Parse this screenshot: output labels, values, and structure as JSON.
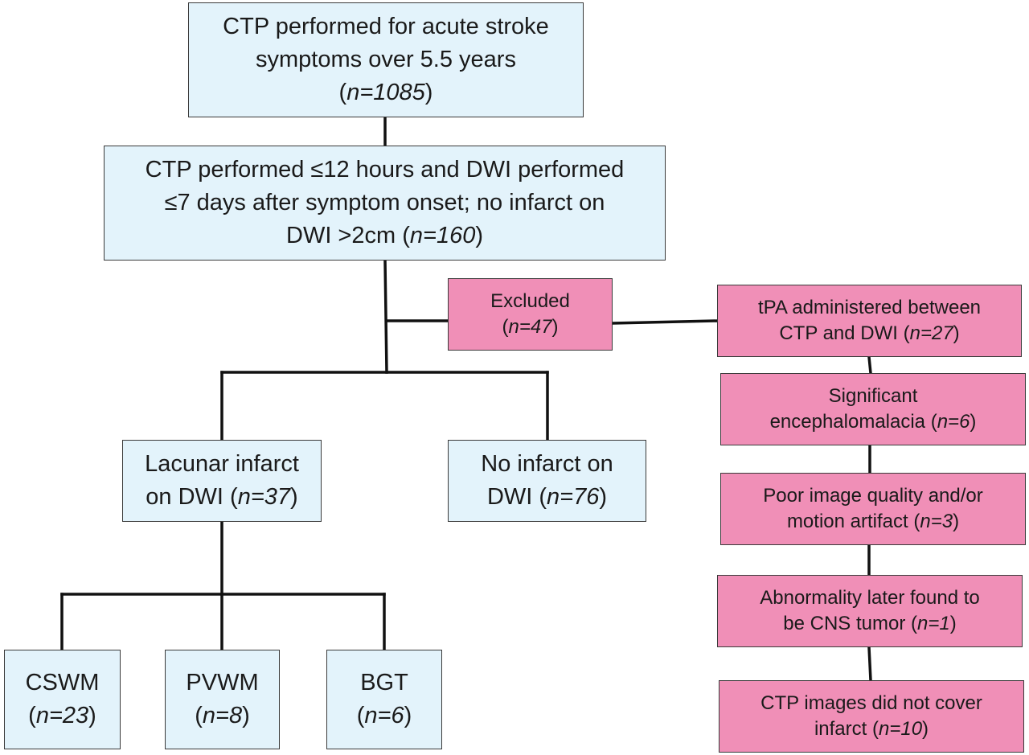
{
  "flowchart": {
    "ctp_performed": {
      "lines": [
        "CTP performed for acute stroke",
        "symptoms over 5.5 years"
      ],
      "count": "n=1085"
    },
    "inclusion": {
      "lines": [
        "CTP performed ≤12 hours and DWI performed",
        "≤7 days after symptom onset; no infarct on"
      ],
      "last_prefix": "DWI >2cm",
      "count": "n=160"
    },
    "excluded": {
      "label": "Excluded",
      "count": "n=47"
    },
    "lacunar": {
      "line1": "Lacunar infarct",
      "prefix": "on DWI",
      "count": "n=37"
    },
    "no_infarct": {
      "line1": "No infarct on",
      "prefix": "DWI",
      "count": "n=76"
    },
    "subgroups": [
      {
        "label": "CSWM",
        "count": "n=23"
      },
      {
        "label": "PVWM",
        "count": "n=8"
      },
      {
        "label": "BGT",
        "count": "n=6"
      }
    ],
    "exclusions": [
      {
        "line1": "tPA administered between",
        "prefix": "CTP and DWI",
        "count": "n=27"
      },
      {
        "line1": "Significant",
        "prefix": "encephalomalacia",
        "count": "n=6"
      },
      {
        "line1": "Poor image quality and/or",
        "prefix": "motion artifact",
        "count": "n=3"
      },
      {
        "line1": "Abnormality later found to",
        "prefix": "be CNS tumor",
        "count": "n=1"
      },
      {
        "line1": "CTP images did not cover",
        "prefix": "infarct",
        "count": "n=10"
      }
    ]
  },
  "colors": {
    "included_box": "#e3f3fb",
    "excluded_box": "#f08fb7",
    "connector": "#111111"
  }
}
